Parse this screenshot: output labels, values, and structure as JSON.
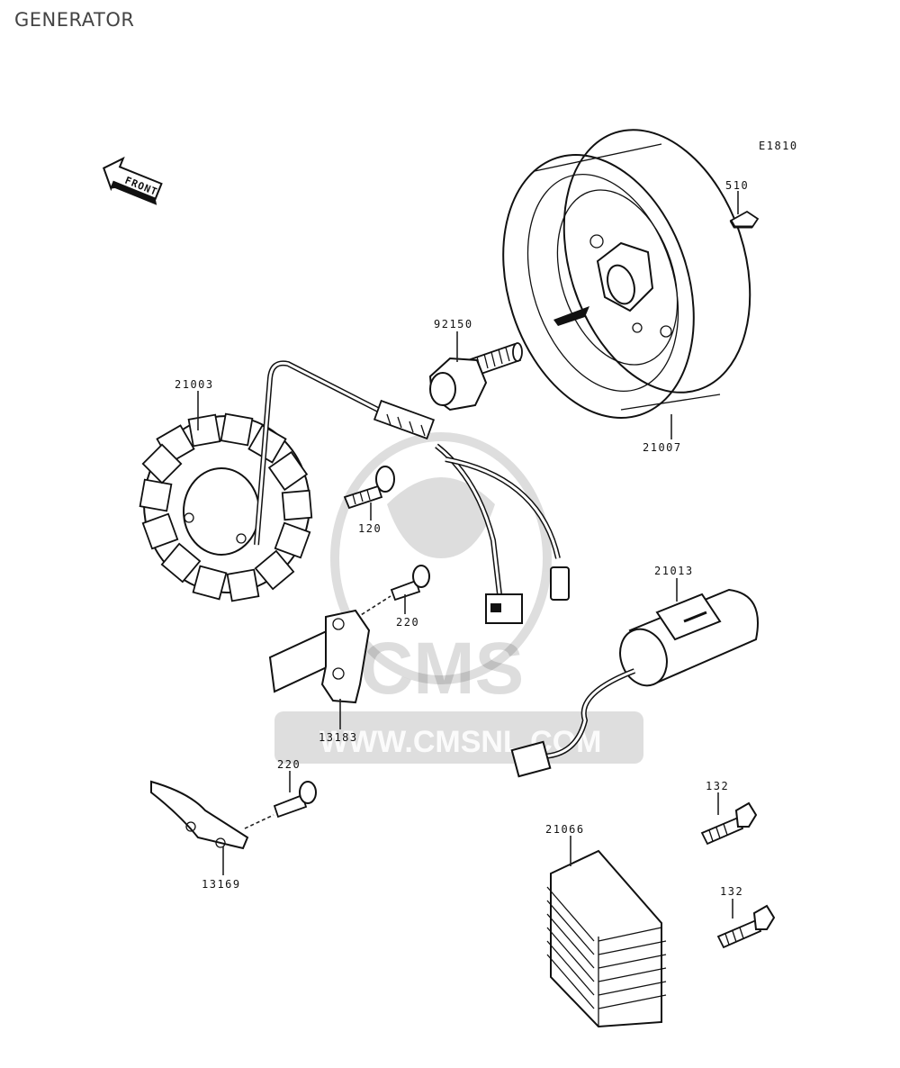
{
  "title": "GENERATOR",
  "diagram_code": "E1810",
  "front_label": "FRONT",
  "watermark": {
    "brand": "CMS",
    "url": "WWW.CMSNL.COM"
  },
  "parts": {
    "p510": "510",
    "p92150": "92150",
    "p21003": "21003",
    "p21007": "21007",
    "p120": "120",
    "p21013": "21013",
    "p220a": "220",
    "p13183": "13183",
    "p220b": "220",
    "p132a": "132",
    "p21066": "21066",
    "p132b": "132",
    "p13169": "13169"
  }
}
